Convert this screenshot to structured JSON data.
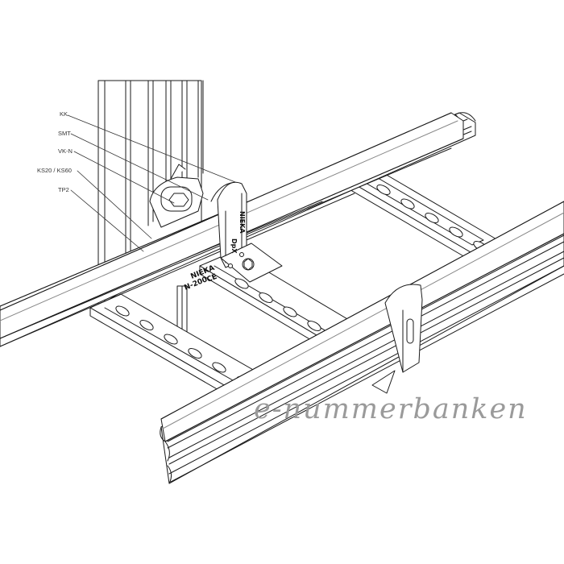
{
  "callouts": [
    {
      "id": "kk",
      "text": "KK"
    },
    {
      "id": "smt",
      "text": "SMT"
    },
    {
      "id": "vkn",
      "text": "VK-N"
    },
    {
      "id": "ks",
      "text": "KS20 / KS60"
    },
    {
      "id": "tp2",
      "text": "TP2"
    }
  ],
  "bracket_markings": {
    "brand": "NIEKA",
    "type": "DpX"
  },
  "tray_markings": {
    "brand": "NIEKA",
    "model": "N-200",
    "ce": "CE"
  },
  "watermark": "e-nummerbanken",
  "colors": {
    "line": "#1a1a1a",
    "fill": "#ffffff",
    "watermark": "#9a9a9a"
  }
}
